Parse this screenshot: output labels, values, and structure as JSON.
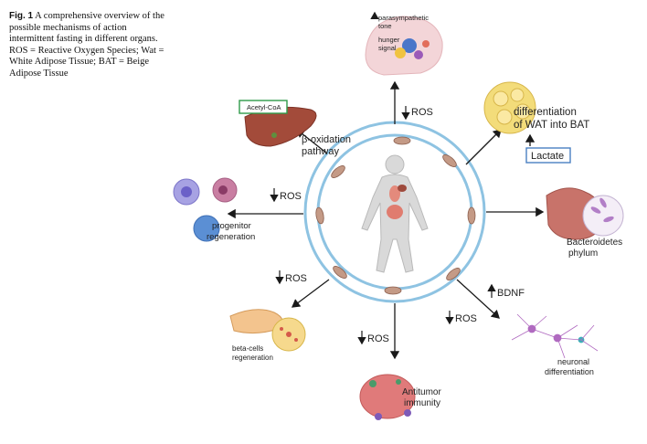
{
  "caption": {
    "label": "Fig. 1",
    "text": "A comprehensive overview of the possible mechanisms of action intermittent fasting in different organs. ROS = Reactive Oxygen Species; Wat = White Adipose Tissue; BAT = Beige Adipose Tissue"
  },
  "labels": {
    "ros": "ROS",
    "parasympathetic": "parasympathetic",
    "tone": "tone",
    "hunger": "hunger",
    "signal": "signal",
    "acetyl_coa": "Acetyl-CoA",
    "beta_ox_line1": "β-oxidation",
    "beta_ox_line2": "pathway",
    "diff_line1": "differentiation",
    "diff_line2": "of WAT into BAT",
    "lactate": "Lactate",
    "bacteroidetes": "Bacteroidetes",
    "phylum": "phylum",
    "progenitor": "progenitor",
    "regeneration": "regeneration",
    "bdnf": "BDNF",
    "neuronal": "neuronal",
    "differentiation": "differentiation",
    "beta_cells": "beta-cells",
    "beta_regen": "regeneration",
    "antitumor": "Antitumor",
    "immunity": "immunity"
  },
  "colors": {
    "ring": "#8ec3e2",
    "arrow": "#1a1a1a",
    "liver": "#a34b3a",
    "adipose": "#f3dc7a",
    "gut": "#c8736a",
    "tumor": "#e07a7a",
    "neuron": "#b06ac0",
    "progenitor": "#5b8fd4",
    "mito": "#c49a86"
  }
}
